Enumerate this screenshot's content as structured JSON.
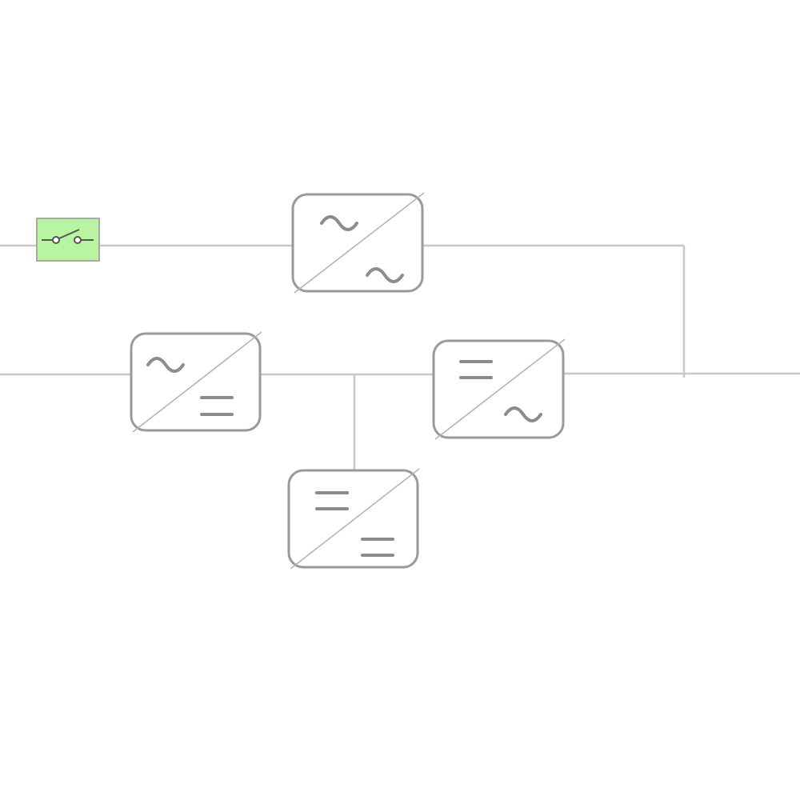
{
  "diagram": {
    "type": "ups-block-diagram",
    "colors": {
      "wire": "#c8c8c8",
      "box_border": "#9a9a9a",
      "symbol": "#8c8c8c",
      "switch_fill": "#b8f5a0"
    },
    "components": [
      {
        "id": "bypass-switch",
        "kind": "switch",
        "state": "closed",
        "icon": "switch-icon"
      },
      {
        "id": "bypass-converter",
        "kind": "converter",
        "input": "ac",
        "output": "ac"
      },
      {
        "id": "rectifier",
        "kind": "converter",
        "input": "ac",
        "output": "dc"
      },
      {
        "id": "inverter",
        "kind": "converter",
        "input": "dc",
        "output": "ac"
      },
      {
        "id": "battery-converter",
        "kind": "converter",
        "input": "dc",
        "output": "dc"
      }
    ]
  }
}
